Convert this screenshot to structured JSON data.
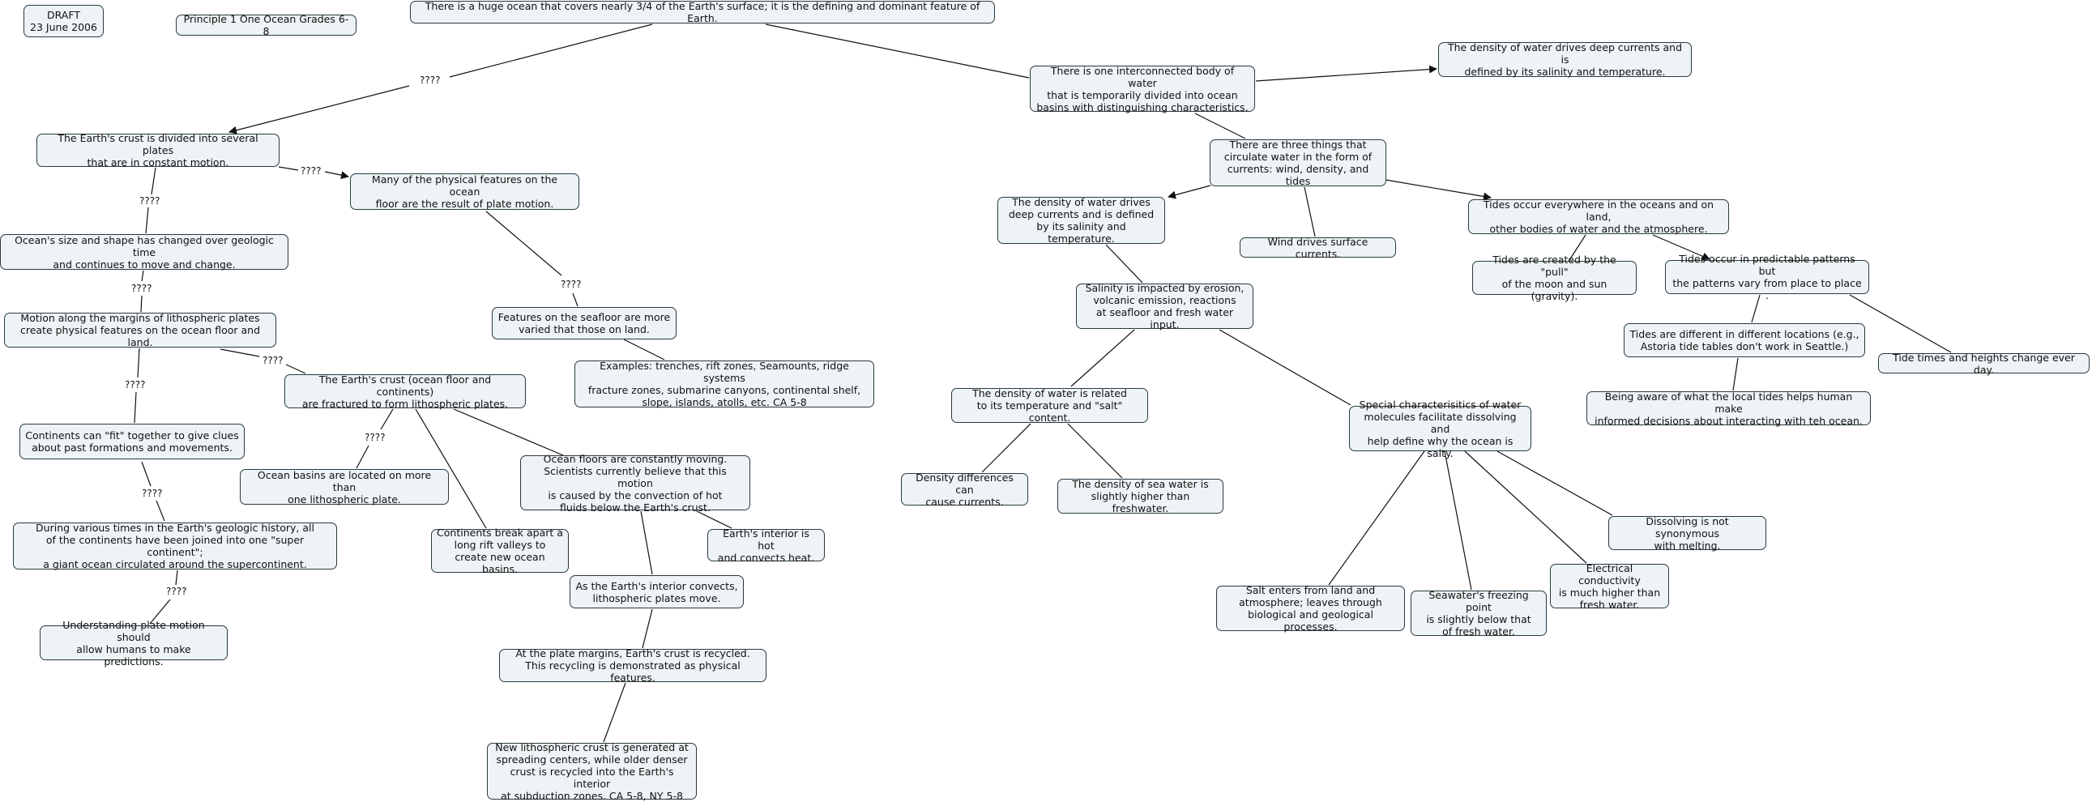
{
  "nodes": {
    "draft": "DRAFT\n23 June 2006",
    "principle": "Principle 1 One Ocean Grades 6-8",
    "root": "There is a huge ocean that covers nearly 3/4 of the Earth's surface; it is the defining and dominant feature of Earth.",
    "crust_plates": "The Earth's crust is divided into several plates\nthat are in constant motion.",
    "ocean_size": "Ocean's size and shape has changed over geologic time\nand continues to move and change.",
    "motion_margins": "Motion along the margins of lithospheric plates\ncreate physical features on the ocean floor and land.",
    "continents_fit": "Continents can \"fit\" together to give clues\nabout past formations and movements.",
    "supercontinent": "During various times in the Earth's geologic history, all\nof the continents have been joined into one \"super continent\";\na giant ocean circulated around the supercontinent.",
    "predictions": "Understanding plate motion should\nallow humans to make predictions.",
    "physical_features": "Many of the physical features on the ocean\nfloor are the result of plate motion.",
    "seafloor_varied": "Features on the seafloor are more\nvaried that those on land.",
    "examples": "Examples: trenches, rift zones, Seamounts, ridge systems\nfracture zones, submarine canyons, continental shelf,\nslope, islands, atolls, etc. CA 5-8",
    "crust_fractured": "The Earth's crust (ocean floor and continents)\nare fractured to form lithospheric plates.",
    "ocean_basins": "Ocean basins are located on more than\none lithospheric plate.",
    "continents_break": "Continents break apart a\nlong rift valleys to\ncreate new ocean basins.",
    "floors_moving": "Ocean floors are constantly moving.\nScientists currently believe that this motion\nis caused by the convection of hot\nfluids below the Earth's crust.",
    "interior_hot": "Earth's interior is hot\nand convects heat.",
    "interior_convects": "As the Earth's interior convects,\nlithospheric plates move.",
    "plate_margins": "At the plate margins, Earth's crust is recycled.\nThis recycling is demonstrated as physical features.",
    "new_crust": "New lithospheric crust is generated at\nspreading centers, while older denser\ncrust is recycled into the Earth's interior\nat subduction zones. CA 5-8, NY 5-8",
    "one_body": "There is one interconnected body of water\nthat is temporarily divided into ocean\nbasins with distinguishing characteristics.",
    "density_top": "The density of water drives deep currents and is\ndefined by its salinity and temperature.",
    "three_things": "There are three things that\ncirculate water in the form of\ncurrents: wind, density, and tides",
    "density_mid": "The density of water drives\ndeep currents and is defined\nby its salinity and temperature.",
    "wind": "Wind drives surface currents.",
    "tides_everywhere": "Tides occur everywhere in the oceans and on land,\nother bodies of water and the atmosphere.",
    "salinity": "Salinity is impacted by erosion,\nvolcanic emission, reactions\nat seafloor and fresh water input.",
    "tides_pull": "Tides are created by the \"pull\"\nof the moon and sun (gravity).",
    "tides_patterns": "Tides occur in predictable patterns but\nthe patterns vary from place to place .",
    "tides_different": "Tides are different in different locations (e.g.,\nAstoria tide tables don't work in Seattle.)",
    "tide_times": "Tide times and heights change ever day.",
    "local_tides": "Being aware of what the local tides helps human make\ninformed decisions about interacting with teh ocean.",
    "density_related": "The density of water is related\nto its temperature and \"salt\" content.",
    "density_diff": "Density differences can\ncause currents.",
    "sea_density": "The density of sea water is\nslightly higher than freshwater.",
    "special": "Special characterisitics of water\nmolecules facilitate dissolving and\nhelp define why the ocean is salty.",
    "dissolving": "Dissolving is not synonymous\nwith melting.",
    "conductivity": "Electrical conductivity\nis much higher than\nfresh water.",
    "salt_enters": "Salt enters from land and\natmosphere; leaves through\nbiological and geological processes.",
    "freezing": "Seawater's freezing point\nis slightly below that\nof fresh water."
  },
  "edge_labels": [
    "????",
    "????",
    "????",
    "????",
    "????",
    "????",
    "????",
    "????",
    "????",
    "????"
  ]
}
